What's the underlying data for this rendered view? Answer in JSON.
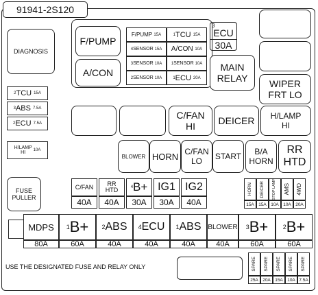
{
  "part_number": "91941-2S120",
  "diagnosis_label": "DIAGNOSIS",
  "fuse_puller_label": [
    "FUSE",
    "PULLER"
  ],
  "notice": "USE THE DESIGNATED FUSE AND RELAY ONLY",
  "top_relays": {
    "fpump": "F/PUMP",
    "acon": "A/CON",
    "main_relay": [
      "MAIN",
      "RELAY"
    ],
    "ecu_top": {
      "num": "3",
      "name": "ECU",
      "amp": "30A"
    },
    "wiper": [
      "WIPER",
      "FRT LO"
    ]
  },
  "mini_fuses": [
    {
      "name": "F/PUMP",
      "amp": "15A"
    },
    {
      "num": "1",
      "name": "TCU",
      "amp": "15A"
    },
    {
      "num": "4",
      "name": "SENSOR",
      "amp": "15A"
    },
    {
      "name": "A/CON",
      "amp": "10A"
    },
    {
      "num": "3",
      "name": "SENSOR",
      "amp": "10A"
    },
    {
      "num": "1",
      "name": "SENSOR",
      "amp": "10A"
    },
    {
      "num": "2",
      "name": "SENSOR",
      "amp": "10A"
    },
    {
      "num": "1",
      "name": "ECU",
      "amp": "20A"
    }
  ],
  "left_fuses": [
    {
      "num": "2",
      "name": "TCU",
      "amp": "15A"
    },
    {
      "num": "3",
      "name": "ABS",
      "amp": "7.5A"
    },
    {
      "num": "2",
      "name": "ECU",
      "amp": "7.5A"
    },
    {
      "name": "H/LAMP",
      "name2": "HI",
      "amp": "10A"
    }
  ],
  "mid_relays": {
    "cfan_hi": [
      "C/FAN",
      "HI"
    ],
    "deicer": "DEICER",
    "hlamp_hi": [
      "H/LAMP",
      "HI"
    ],
    "blower": "BLOWER",
    "horn": "HORN",
    "cfan_lo": [
      "C/FAN",
      "LO"
    ],
    "start": "START",
    "ba_horn": [
      "B/A",
      "HORN"
    ],
    "rr_htd": [
      "RR",
      "HTD"
    ]
  },
  "fuse_row": [
    {
      "name": "C/FAN",
      "amp": "40A"
    },
    {
      "name": "RR",
      "name2": "HTD",
      "amp": "40A"
    },
    {
      "num": "4",
      "name": "B+",
      "amp": "30A"
    },
    {
      "name": "IG1",
      "amp": "30A"
    },
    {
      "name": "IG2",
      "amp": "40A"
    }
  ],
  "vertical_fuses": [
    {
      "name": "HORN",
      "amp": "15A"
    },
    {
      "name": "DEICER",
      "amp": "15A"
    },
    {
      "name": "STOP LAMP",
      "amp": "10A"
    },
    {
      "name": "AMS",
      "amp": "10A"
    },
    {
      "name": "4WD",
      "amp": "20A"
    }
  ],
  "bottom_fuses": [
    {
      "name": "MDPS",
      "amp": "80A"
    },
    {
      "num": "1",
      "name": "B+",
      "amp": "60A"
    },
    {
      "num": "2",
      "name": "ABS",
      "amp": "40A"
    },
    {
      "num": "4",
      "name": "ECU",
      "amp": "40A"
    },
    {
      "num": "1",
      "name": "ABS",
      "amp": "40A"
    },
    {
      "name": "BLOWER",
      "amp": "40A"
    },
    {
      "num": "3",
      "name": "B+",
      "amp": "60A"
    },
    {
      "num": "2",
      "name": "B+",
      "amp": "60A"
    }
  ],
  "spare_fuses": [
    {
      "name": "SPARE",
      "amp": "25A"
    },
    {
      "name": "SPARE",
      "amp": "20A"
    },
    {
      "name": "SPARE",
      "amp": "15A"
    },
    {
      "name": "SPARE",
      "amp": "10A"
    },
    {
      "name": "SPARE",
      "amp": "7.5A"
    }
  ]
}
